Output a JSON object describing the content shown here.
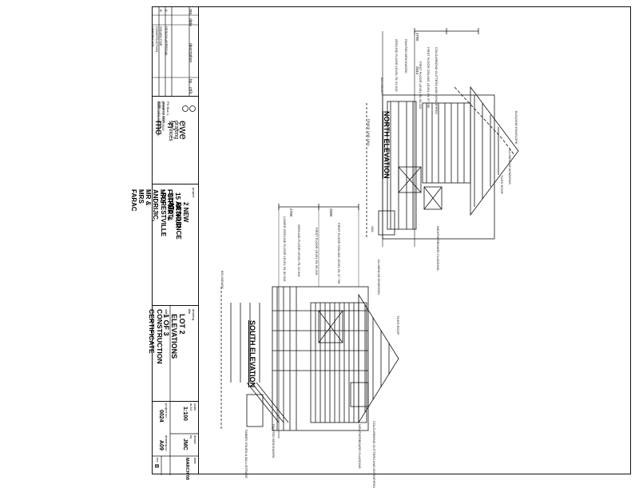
{
  "revision_table": {
    "headers": [
      "rev",
      "date",
      "description",
      "by",
      "ch'k"
    ],
    "rows": [
      {
        "rev": "A",
        "description": "DESIGN APPROVAL"
      },
      {
        "rev": "B",
        "description": "ISSUED FOR CONSTRUCTION CERTIFICATE"
      }
    ]
  },
  "firm": {
    "name": "ewe 'n' me",
    "subtitle": "drafting services",
    "address": "PO Box 1, Waverton NSW 2060",
    "contact": "phone 02 9460 0000 email 0400 000 000",
    "web": "www.eweandme.com.au"
  },
  "project": {
    "label": "project",
    "line1": "2 NEW RESIDENCE AT",
    "line2": "15 ARTHUR STREET, FORESTVILLE",
    "line3": "FOR MR & MRS ANDRIJIC, MR & MRS FARAC"
  },
  "drawing_title": {
    "label": "drawing title",
    "value": "LOT 2 ELEVATIONS 1 OF 3"
  },
  "status": {
    "label": "status",
    "value": "CONSTRUCTION CERTIFICATE"
  },
  "info": {
    "scale_label": "scale at A3",
    "scale": "1:100",
    "drawn_label": "drawn by",
    "drawn": "JMC",
    "date_label": "date",
    "date": "MARCH'08",
    "project_no_label": "project no",
    "project_no": "0024",
    "drawing_no_label": "drawing no",
    "drawing_no": "A09",
    "rev_label": "rev",
    "rev": "B"
  },
  "north": {
    "title": "NORTH ELEVATION",
    "dims": [
      "2700",
      "2544"
    ],
    "notes": [
      "COLOURBOND GUTTERS AND DOWNPIPES",
      "FIRST FLOOR CEILING LEVEL RL 97.765",
      "FIRST FLOOR LEVEL RL 95.215",
      "PAINTED BRICKWORK",
      "GROUND FLOOR LEVEL RL 92.515",
      "BUILDING ENVELOPE",
      "ALUMINIUM WINDOWS",
      "TILED ROOF",
      "BOUNDARY",
      "WEATHERBOARD CLADDING",
      "NGL",
      "FENCE LINE 1800"
    ]
  },
  "south": {
    "title": "SOUTH ELEVATION",
    "dims": [
      "2700",
      "2500"
    ],
    "notes": [
      "FIRST FLOOR CEILING LEVEL RL 97.765",
      "FIRST FLOOR LEVEL RL 95.215",
      "GROUND FLOOR LEVEL RL 92.515",
      "LOWER GROUND FLOOR LEVEL RL 89.915",
      "ALUMINIUM WINDOWS",
      "TILED ROOF",
      "BOUNDARY",
      "COLOURBOND GUTTERS AND DOWNPIPES",
      "WEATHERBOARD CLADDING",
      "PAINTED BRICKWORK",
      "TIMBER STAIRS & BALUSTRADE"
    ]
  }
}
